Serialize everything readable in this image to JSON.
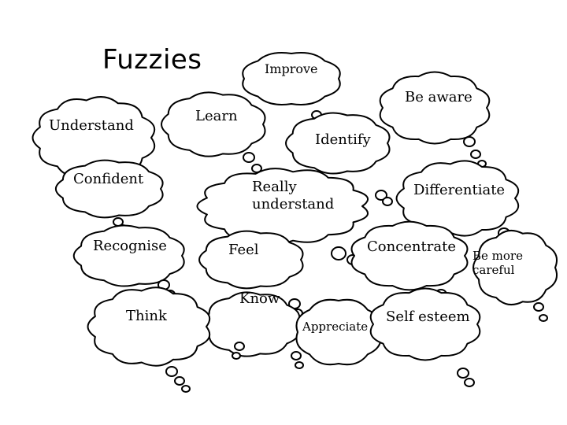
{
  "title": "Fuzzies",
  "bubbles": [
    {
      "id": "improve",
      "label": "Improve"
    },
    {
      "id": "be-aware",
      "label": "Be aware"
    },
    {
      "id": "understand",
      "label": "Understand"
    },
    {
      "id": "learn",
      "label": "Learn"
    },
    {
      "id": "identify",
      "label": "Identify"
    },
    {
      "id": "confident",
      "label": "Confident"
    },
    {
      "id": "really-understand",
      "label": "Really understand"
    },
    {
      "id": "differentiate",
      "label": "Differentiate"
    },
    {
      "id": "recognise",
      "label": "Recognise"
    },
    {
      "id": "feel",
      "label": "Feel"
    },
    {
      "id": "concentrate",
      "label": "Concentrate"
    },
    {
      "id": "be-more-careful",
      "label": "Be more careful"
    },
    {
      "id": "know",
      "label": "Know"
    },
    {
      "id": "think",
      "label": "Think"
    },
    {
      "id": "appreciate",
      "label": "Appreciate"
    },
    {
      "id": "self-esteem",
      "label": "Self esteem"
    }
  ]
}
